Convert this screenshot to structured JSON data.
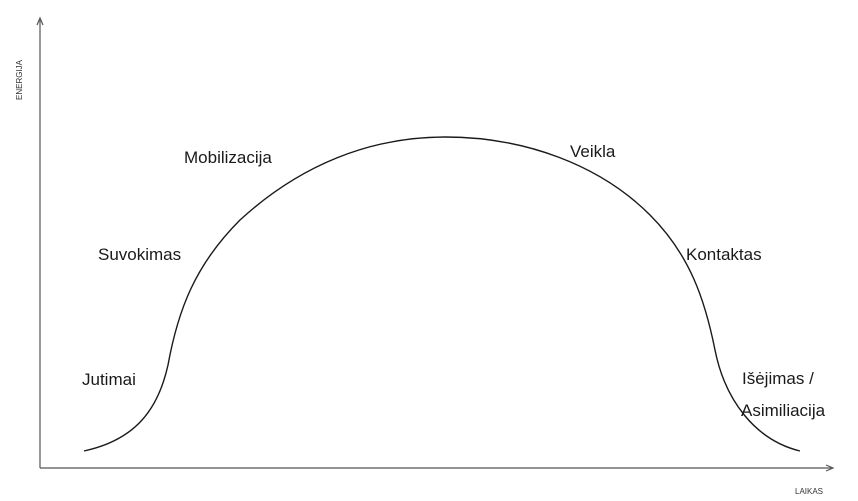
{
  "diagram": {
    "y_axis_label": "ENERGIJA",
    "x_axis_label": "LAIKAS",
    "stages": {
      "jutimai": "Jutimai",
      "suvokimas": "Suvokimas",
      "mobilizacija": "Mobilizacija",
      "veikla": "Veikla",
      "kontaktas": "Kontaktas",
      "isejimas": "Išėjimas /",
      "asimiliacija": "Asimiliacija"
    }
  }
}
